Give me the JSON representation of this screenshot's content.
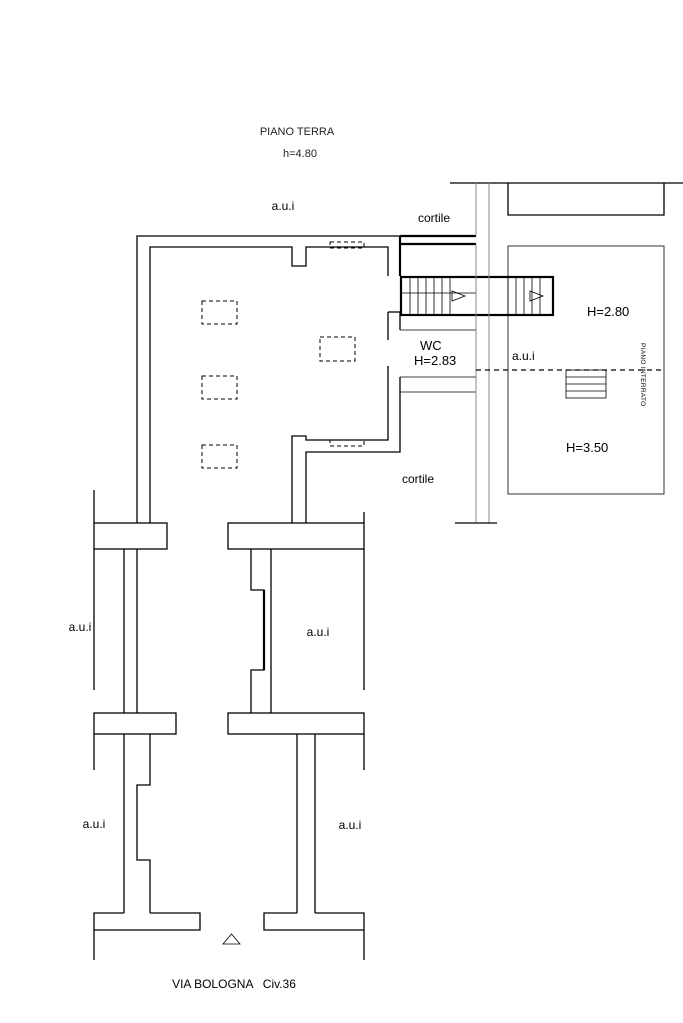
{
  "title": "PIANO TERRA",
  "height_main": "h=4.80",
  "labels": {
    "aui_top": "a.u.i",
    "cortile_top": "cortile",
    "wc": "WC",
    "wc_height": "H=2.83",
    "cortile_bottom": "cortile",
    "aui_right_mid": "a.u.i",
    "h_280": "H=2.80",
    "h_350": "H=3.50",
    "piano_interrato": "PIANO INTERRATO",
    "aui_left_upper": "a.u.i",
    "aui_center": "a.u.i",
    "aui_left_lower": "a.u.i",
    "aui_right_lower": "a.u.i",
    "street": "VIA BOLOGNA   Civ.36"
  }
}
